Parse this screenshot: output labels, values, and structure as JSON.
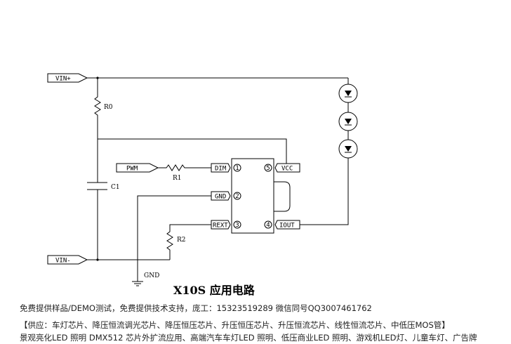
{
  "diagram": {
    "ports": {
      "vin_plus": "VIN+",
      "vin_minus": "VIN-",
      "pwm": "PWM",
      "gnd": "GND"
    },
    "components": {
      "r0": "R0",
      "r1": "R1",
      "r2": "R2",
      "c1": "C1"
    },
    "ic": {
      "pins": [
        {
          "num": "1",
          "name": "DIM"
        },
        {
          "num": "2",
          "name": "GND"
        },
        {
          "num": "3",
          "name": "REXT"
        },
        {
          "num": "5",
          "name": "VCC"
        },
        {
          "num": "4",
          "name": "IOUT"
        }
      ]
    },
    "title": "X10S 应用电路"
  },
  "footer": {
    "line1": "免费提供样品/DEMO测试，免费提供技术支持，庞工：15323519289 微信同号QQ3007461762",
    "line2": "【供应：车灯芯片、降压恒流调光芯片、降压恒压芯片、升压恒压芯片、升压恒流芯片、线性恒流芯片、中低压MOS管】",
    "line3": "景观亮化LED 照明 DMX512 芯片外扩流应用、高端汽车车灯LED 照明、低压商业LED 照明、游戏机LED灯、儿童车灯、广告牌"
  }
}
